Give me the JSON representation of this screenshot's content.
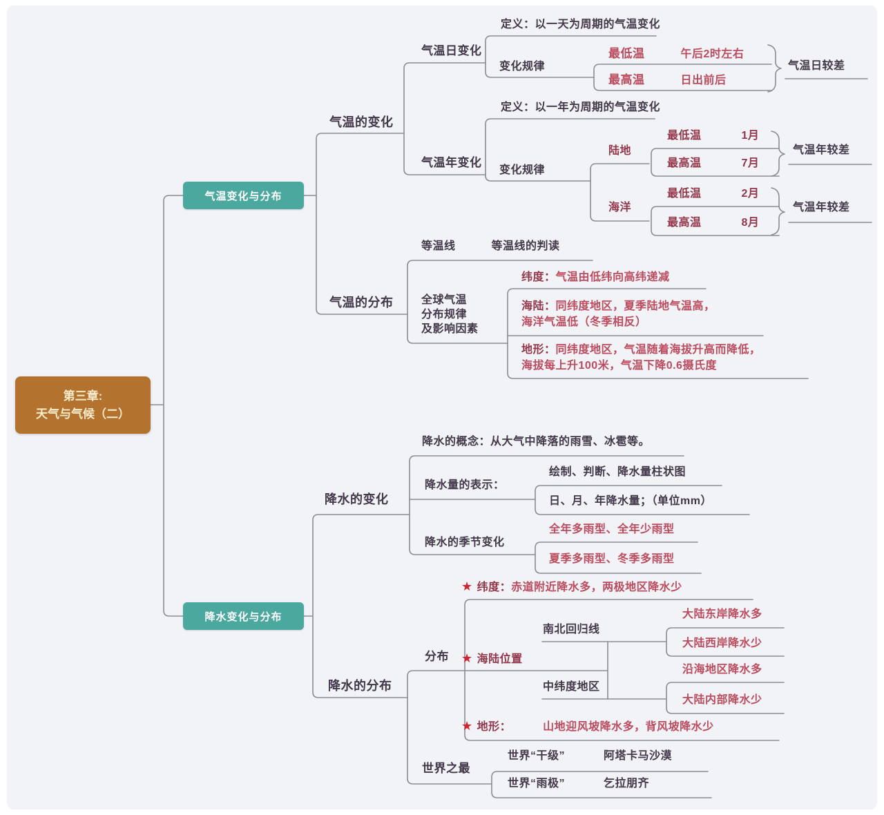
{
  "palette": {
    "node_teal": "#4ba89f",
    "root_brown": "#b3722e",
    "text_dark": "#43374a",
    "text_red": "#bb4b5e",
    "text_dark_red": "#93364a",
    "star_red": "#d2232e",
    "line_gray": "#8a8b95",
    "panel_bg": "#f1f3f6"
  },
  "root": {
    "title_line1": "第三章:",
    "title_line2": "天气与气候（二）"
  },
  "temp_branch": {
    "node_label": "气温变化与分布",
    "change": {
      "label": "气温的变化",
      "daily": {
        "label": "气温日变化",
        "definition": "定义：以一天为周期的气温变化",
        "rule_label": "变化规律",
        "row1_key": "最低温",
        "row1_val": "午后2时左右",
        "row2_key": "最高温",
        "row2_val": "日出前后",
        "result": "气温日较差"
      },
      "annual": {
        "label": "气温年变化",
        "definition": "定义：以一年为周期的气温变化",
        "rule_label": "变化规律",
        "land_label": "陆地",
        "land_row1_key": "最低温",
        "land_row1_val": "1月",
        "land_row2_key": "最高温",
        "land_row2_val": "7月",
        "land_result": "气温年较差",
        "sea_label": "海洋",
        "sea_row1_key": "最低温",
        "sea_row1_val": "2月",
        "sea_row2_key": "最高温",
        "sea_row2_val": "8月",
        "sea_result": "气温年较差"
      }
    },
    "distribution": {
      "label": "气温的分布",
      "isotherm_label": "等温线",
      "isotherm_note": "等温线的判读",
      "global_line1": "全球气温",
      "global_line2": "分布规律",
      "global_line3": "及影响因素",
      "factor1_prefix": "纬度：",
      "factor1_text": "气温由低纬向高纬递减",
      "factor2_prefix": "海陆：",
      "factor2_text": "同纬度地区，夏季陆地气温高，",
      "factor2_text2": "海洋气温低（冬季相反）",
      "factor3_prefix": "地形：",
      "factor3_text": "同纬度地区，气温随着海拔升高而降低，",
      "factor3_text2": "海拔每上升100米，气温下降0.6摄氏度"
    }
  },
  "precip_branch": {
    "node_label": "降水变化与分布",
    "change": {
      "label": "降水的变化",
      "concept": "降水的概念：从大气中降落的雨雪、冰雹等。",
      "presentation_label": "降水量的表示：",
      "presentation_row1": "绘制、判断、降水量柱状图",
      "presentation_row2": "日、月、年降水量；（单位mm）",
      "seasonal_label": "降水的季节变化",
      "seasonal_row1": "全年多雨型、全年少雨型",
      "seasonal_row2": "夏季多雨型、冬季多雨型"
    },
    "distribution": {
      "label": "降水的分布",
      "dist_label": "分布",
      "latitude_prefix": "纬度：",
      "latitude_text": "赤道附近降水多，两极地区降水少",
      "landsea_label": "海陆位置",
      "tropic_label": "南北回归线",
      "tropic_row1": "大陆东岸降水多",
      "tropic_row2": "大陆西岸降水少",
      "midlat_label": "中纬度地区",
      "midlat_row1": "沿海地区降水多",
      "midlat_row2": "大陆内部降水少",
      "terrain_prefix": "地形：",
      "terrain_text": "山地迎风坡降水多，背风坡降水少",
      "extremes_label": "世界之最",
      "extremes_row1_key": "世界“干级”",
      "extremes_row1_val": "阿塔卡马沙漠",
      "extremes_row2_key": "世界“雨极”",
      "extremes_row2_val": "乞拉朋齐"
    }
  }
}
